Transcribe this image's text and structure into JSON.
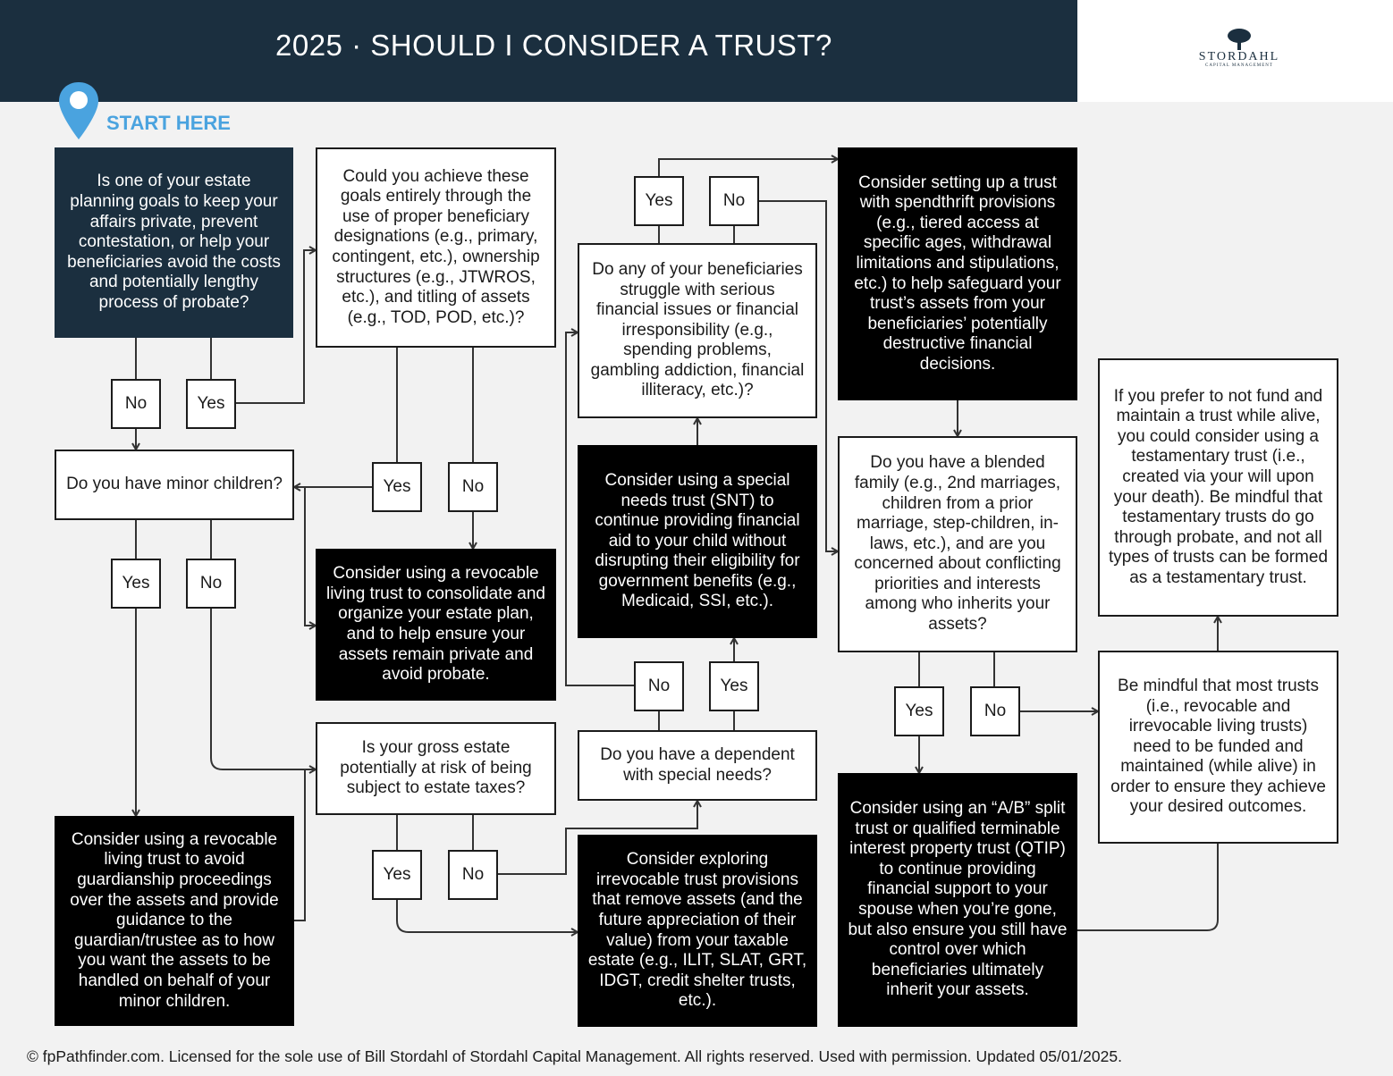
{
  "header": {
    "title": "2025 · SHOULD I CONSIDER A TRUST?"
  },
  "logo": {
    "name": "STORDAHL",
    "sub": "CAPITAL MANAGEMENT"
  },
  "start_label": "START HERE",
  "nodes": {
    "q1": "Is one of your estate planning goals to keep your affairs private, prevent contestation, or help your beneficiaries avoid the costs and potentially lengthy process of probate?",
    "q2": "Could you achieve these goals entirely through the use of proper beneficiary designations (e.g., primary, contingent, etc.), ownership structures (e.g., JTWROS, etc.), and titling of assets (e.g., TOD, POD, etc.)?",
    "q3": "Do you have minor children?",
    "a1": "Consider using a revocable living trust to consolidate and organize your estate plan, and to help ensure your assets remain private and avoid probate.",
    "q4": "Is your gross estate potentially at risk of being subject to estate taxes?",
    "a2": "Consider using a revocable living trust to avoid guardianship proceedings over the assets and provide guidance to the guardian/trustee as to how you want the assets to be handled on behalf of your minor children.",
    "q5": "Do any of your beneficiaries struggle with serious financial issues or financial irresponsibility (e.g., spending problems, gambling addiction, financial illiteracy, etc.)?",
    "a3": "Consider using a special needs trust (SNT) to continue providing financial aid to your child without disrupting their eligibility for government benefits (e.g., Medicaid, SSI, etc.).",
    "q6": "Do you have a dependent with special needs?",
    "a4": "Consider exploring irrevocable trust provisions that remove assets (and the future appreciation of their value) from your taxable estate (e.g., ILIT, SLAT, GRT, IDGT, credit shelter trusts, etc.).",
    "a5": "Consider setting up a trust with spendthrift provisions (e.g., tiered access at specific ages, withdrawal limitations and stipulations, etc.) to help safeguard your trust’s assets from your beneficiaries’ potentially destructive financial decisions.",
    "q7": "Do you have a blended family (e.g., 2nd marriages, children from a prior marriage, step-children, in-laws, etc.), and are you concerned about conflicting priorities and interests among who inherits your assets?",
    "a6": "Consider using an “A/B” split trust or qualified terminable interest property trust (QTIP) to continue providing financial support to your spouse when you’re gone, but also ensure you still have control over which beneficiaries ultimately inherit your assets.",
    "n1": "If you prefer to not fund and maintain a trust while alive, you could consider using a testamentary trust (i.e., created via your will upon your death). Be mindful that testamentary trusts do go through probate, and not all types of trusts can be formed as a testamentary trust.",
    "n2": "Be mindful that most trusts (i.e., revocable and irrevocable living trusts) need to be funded and maintained (while alive) in order to ensure they achieve your desired outcomes."
  },
  "answers": {
    "yes": "Yes",
    "no": "No"
  },
  "footer": "© fpPathfinder.com. Licensed for the sole use of Bill Stordahl of Stordahl Capital Management. All rights reserved. Used with permission. Updated 05/01/2025."
}
